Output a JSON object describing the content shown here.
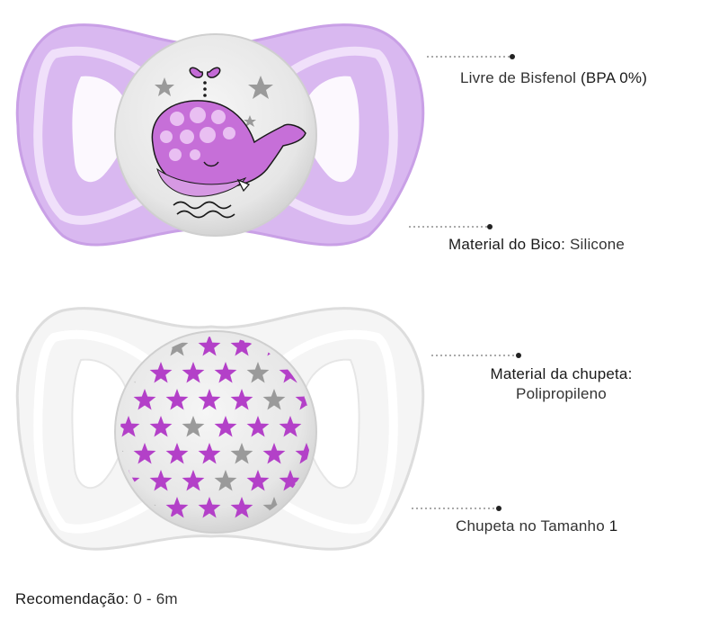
{
  "colors": {
    "lilac_shield": "#d6b3ee",
    "lilac_shield_edge": "#c79be6",
    "clear_shield": "#f4f4f4",
    "clear_shield_edge": "#dedede",
    "button": "#ececec",
    "whale": "#c36ad6",
    "star_magenta": "#b340c8",
    "star_gray": "#9a9a9a",
    "dot": "#222222"
  },
  "features": [
    {
      "label": "Livre de Bisfenol",
      "value": "(BPA 0%)"
    },
    {
      "label": "Material do Bico:",
      "value": "Silicone"
    },
    {
      "label": "Material da chupeta:",
      "value": "Polipropileno"
    },
    {
      "label": "Chupeta no Tamanho",
      "value": "1"
    }
  ],
  "recommendation": {
    "label": "Recomendação:",
    "value": "0 - 6m"
  },
  "products": [
    {
      "name": "lilac-whale-pacifier",
      "icon": "whale-icon"
    },
    {
      "name": "clear-stars-pacifier",
      "icon": "stars-pattern"
    }
  ]
}
